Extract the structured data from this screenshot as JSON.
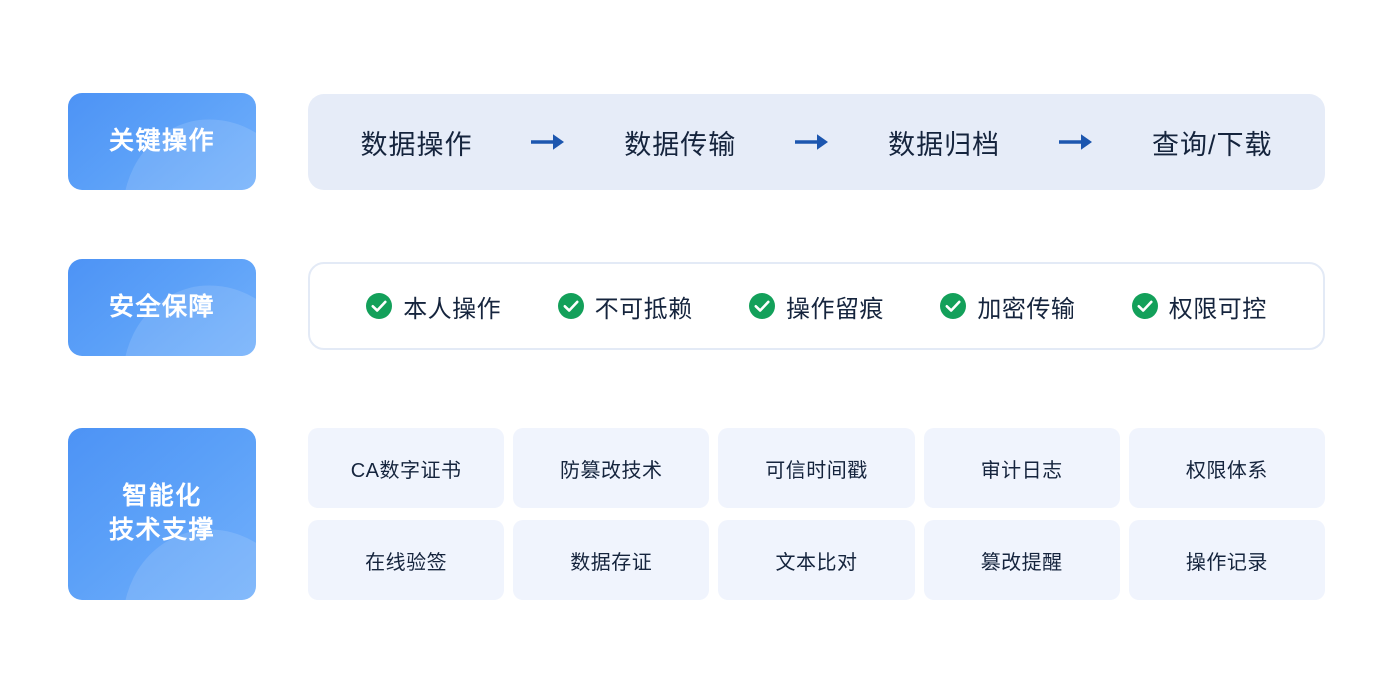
{
  "colors": {
    "badge_gradient_start": "#4d93f5",
    "badge_gradient_end": "#72b0fb",
    "flow_panel_bg": "#e6ecf8",
    "arrow_blue": "#1c56af",
    "check_green": "#13a05a",
    "tile_bg": "#f0f4fd",
    "card_border": "#e3eaf6",
    "text_dark": "#15243d",
    "page_bg": "#ffffff"
  },
  "rows": {
    "operations": {
      "badge_label": "关键操作",
      "steps": [
        "数据操作",
        "数据传输",
        "数据归档",
        "查询/下载"
      ],
      "arrow_icon": "arrow-right-icon"
    },
    "security": {
      "badge_label": "安全保障",
      "items": [
        {
          "label": "本人操作",
          "icon": "check-circle-icon"
        },
        {
          "label": "不可抵赖",
          "icon": "check-circle-icon"
        },
        {
          "label": "操作留痕",
          "icon": "check-circle-icon"
        },
        {
          "label": "加密传输",
          "icon": "check-circle-icon"
        },
        {
          "label": "权限可控",
          "icon": "check-circle-icon"
        }
      ]
    },
    "technology": {
      "badge_label_line1": "智能化",
      "badge_label_line2": "技术支撑",
      "tiles": [
        "CA数字证书",
        "防篡改技术",
        "可信时间戳",
        "审计日志",
        "权限体系",
        "在线验签",
        "数据存证",
        "文本比对",
        "篡改提醒",
        "操作记录"
      ]
    }
  }
}
